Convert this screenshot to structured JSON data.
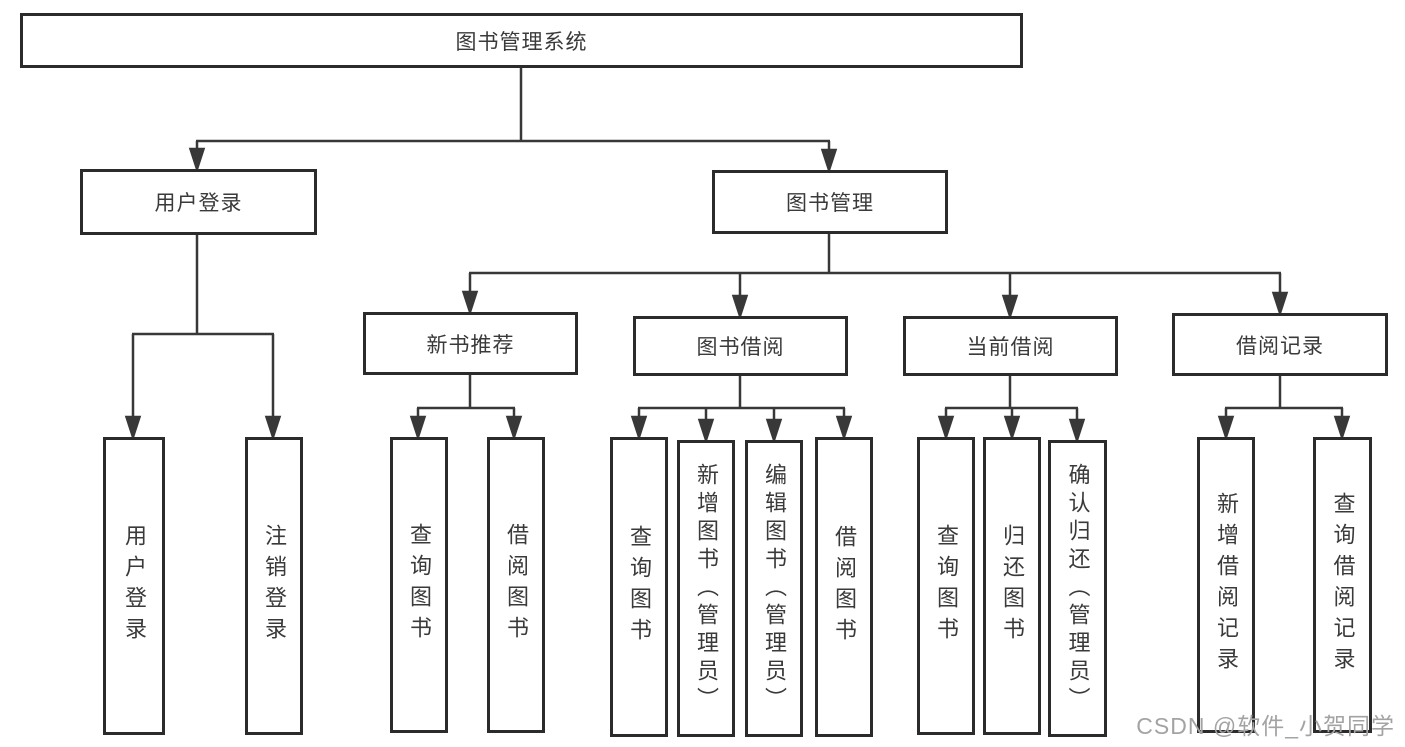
{
  "diagram": {
    "title": "图书管理系统",
    "root": {
      "label": "图书管理系统"
    },
    "branches": {
      "user": {
        "label": "用户登录",
        "children": [
          "用户登录",
          "注销登录"
        ]
      },
      "book": {
        "label": "图书管理",
        "children": {
          "new_book": {
            "label": "新书推荐",
            "children": [
              "查询图书",
              "借阅图书"
            ]
          },
          "borrow": {
            "label": "图书借阅",
            "children": [
              "查询图书",
              "新增图书（管理员）",
              "编辑图书（管理员）",
              "借阅图书"
            ]
          },
          "current": {
            "label": "当前借阅",
            "children": [
              "查询图书",
              "归还图书",
              "确认归还（管理员）"
            ]
          },
          "records": {
            "label": "借阅记录",
            "children": [
              "新增借阅记录",
              "查询借阅记录"
            ]
          }
        }
      }
    },
    "watermark": "CSDN @软件_小贺同学"
  },
  "colors": {
    "line": "#383838",
    "border": "#2b2b2b",
    "text": "#3a3a3a",
    "watermark": "#a3a3a3"
  }
}
